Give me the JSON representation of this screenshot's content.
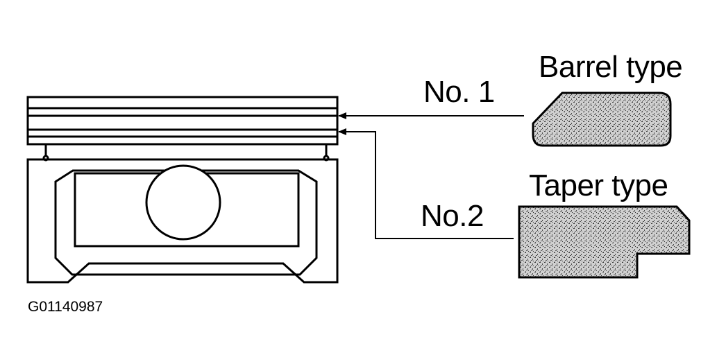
{
  "labels": {
    "ring1": "No. 1",
    "ring2": "No.2",
    "barrel": "Barrel type",
    "taper": "Taper type"
  },
  "figure_code": "G01140987",
  "colors": {
    "ink": "#000000",
    "paper": "#ffffff",
    "stipple": "#8a8a8a"
  }
}
